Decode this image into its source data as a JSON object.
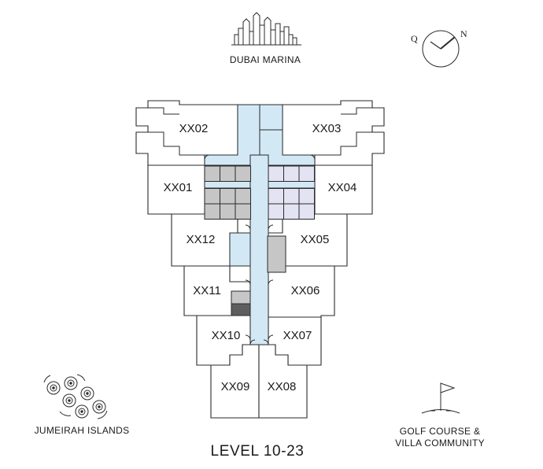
{
  "landmarks": {
    "top": "DUBAI MARINA",
    "bottom_left": "JUMEIRAH ISLANDS",
    "bottom_right_line1": "GOLF COURSE &",
    "bottom_right_line2": "VILLA COMMUNITY"
  },
  "compass": {
    "north": "N",
    "other": "Q"
  },
  "level_label": "LEVEL 10-23",
  "units": [
    {
      "id": "XX01",
      "label": "XX01",
      "highlighted": false
    },
    {
      "id": "XX02",
      "label": "XX02",
      "highlighted": false
    },
    {
      "id": "XX03",
      "label": "XX03",
      "highlighted": false
    },
    {
      "id": "XX04",
      "label": "XX04",
      "highlighted": false
    },
    {
      "id": "XX05",
      "label": "XX05",
      "highlighted": false
    },
    {
      "id": "XX06",
      "label": "XX06",
      "highlighted": false
    },
    {
      "id": "XX07",
      "label": "XX07",
      "highlighted": false
    },
    {
      "id": "XX08",
      "label": "XX08",
      "highlighted": false
    },
    {
      "id": "XX09",
      "label": "XX09",
      "highlighted": false
    },
    {
      "id": "XX10",
      "label": "XX10",
      "highlighted": false
    },
    {
      "id": "XX11",
      "label": "XX11",
      "highlighted": true
    },
    {
      "id": "XX12",
      "label": "XX12",
      "highlighted": false
    }
  ],
  "colors": {
    "corridor": "#d3e8f5",
    "highlight": "#a9d4b8",
    "service_gray": "#c6c6c6",
    "service_lavender": "#e3e3f3",
    "service_dark": "#5e5e5e",
    "line": "#2a2a2a"
  },
  "icons": {
    "top": "skyline-icon",
    "bottom_left": "islands-icon",
    "bottom_right": "golf-flag-icon",
    "compass": "compass-icon"
  }
}
